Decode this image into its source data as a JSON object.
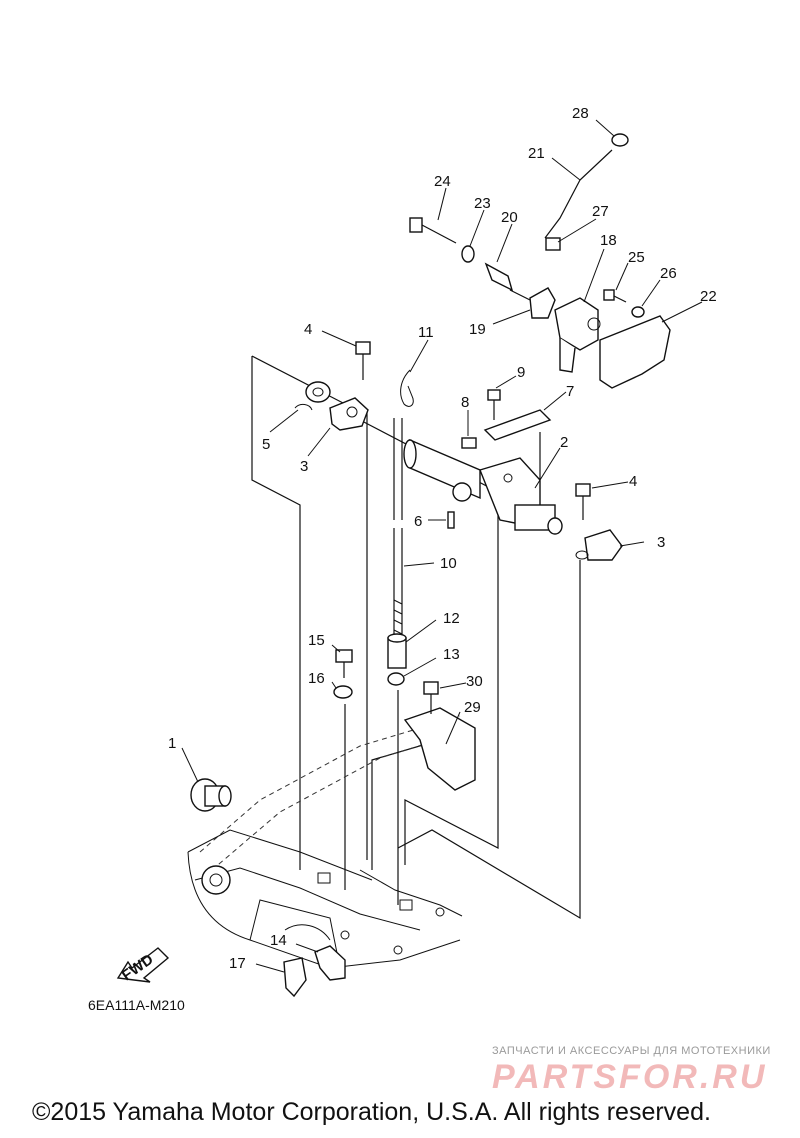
{
  "callouts": [
    "1",
    "2",
    "3",
    "3",
    "4",
    "4",
    "5",
    "6",
    "7",
    "8",
    "9",
    "10",
    "11",
    "12",
    "13",
    "14",
    "15",
    "16",
    "17",
    "18",
    "19",
    "20",
    "21",
    "22",
    "23",
    "24",
    "25",
    "26",
    "27",
    "28",
    "29",
    "30"
  ],
  "fwd_label": "FWD",
  "diagram_code": "6EA111A-M210",
  "watermark": {
    "tagline": "ЗАПЧАСТИ И АКСЕССУАРЫ ДЛЯ МОТОТЕХНИКИ",
    "logo": "PARTSFOR.RU"
  },
  "copyright": "©2015 Yamaha Motor Corporation, U.S.A. All rights reserved."
}
